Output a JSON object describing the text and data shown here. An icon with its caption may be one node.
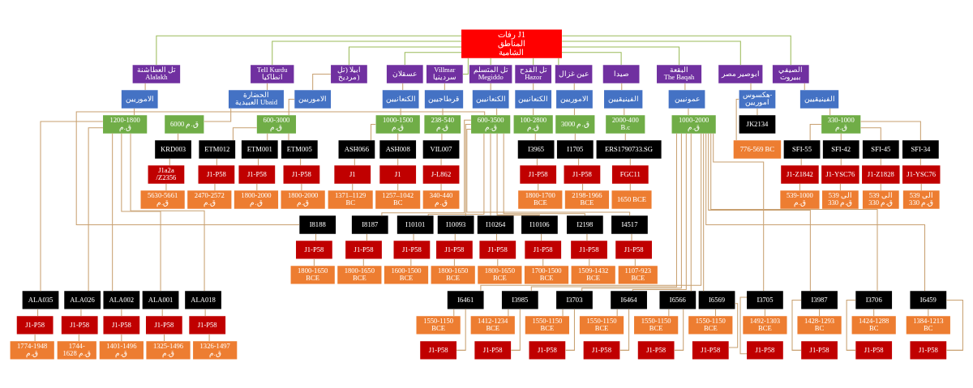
{
  "diagram": {
    "nodes": [
      {
        "text": [
          "رفات J1",
          "المناطق الشامية"
        ]
      },
      {
        "text": [
          "تل العطاشنة Alalakh"
        ]
      },
      {
        "text": [
          "الاموريين"
        ]
      },
      {
        "text": [
          "1200-1800 ق.م"
        ]
      },
      {
        "text": [
          "ALA035"
        ]
      },
      {
        "text": [
          "J1-P58"
        ]
      },
      {
        "text": [
          "1774-1948 ق.م"
        ]
      },
      {
        "text": [
          "ALA026"
        ]
      },
      {
        "text": [
          "J1-P58"
        ]
      },
      {
        "text": [
          "1744- 1628 ق.م"
        ]
      },
      {
        "text": [
          "ALA002"
        ]
      },
      {
        "text": [
          "J1-P58"
        ]
      },
      {
        "text": [
          "1401-1496 ق.م"
        ]
      },
      {
        "text": [
          "ALA001"
        ]
      },
      {
        "text": [
          "J1-P58"
        ]
      },
      {
        "text": [
          "1325-1496 ق.م"
        ]
      },
      {
        "text": [
          "ALA018"
        ]
      },
      {
        "text": [
          "J1-P58"
        ]
      },
      {
        "text": [
          "1326-1497 ق.م"
        ]
      },
      {
        "text": [
          "Tell Kurdu انطاكيا"
        ]
      },
      {
        "text": [
          "الحضارة العبيدية Ubaid"
        ]
      },
      {
        "text": [
          "6000 ق.م"
        ]
      },
      {
        "text": [
          "KRD003"
        ]
      },
      {
        "text": [
          "J1a2a /Z2356"
        ]
      },
      {
        "text": [
          "5630-5661 ق.م"
        ]
      },
      {
        "text": [
          "ابيلا (تل مرديخ)"
        ]
      },
      {
        "text": [
          "الاموريين"
        ]
      },
      {
        "text": [
          "600-3000 ق.م"
        ]
      },
      {
        "text": [
          "ETM012"
        ]
      },
      {
        "text": [
          "J1-P58"
        ]
      },
      {
        "text": [
          "2470-2572 ق.م"
        ]
      },
      {
        "text": [
          "ETM001"
        ]
      },
      {
        "text": [
          "J1-P58"
        ]
      },
      {
        "text": [
          "1800-2000 ق.م"
        ]
      },
      {
        "text": [
          "ETM005"
        ]
      },
      {
        "text": [
          "J1-P58"
        ]
      },
      {
        "text": [
          "1800-2000 ق.م"
        ]
      },
      {
        "text": [
          "عسقلان"
        ]
      },
      {
        "text": [
          "الكنعانيين"
        ]
      },
      {
        "text": [
          "1000-1500 ق.م"
        ]
      },
      {
        "text": [
          "ASH066"
        ]
      },
      {
        "text": [
          "J1"
        ]
      },
      {
        "text": [
          "1371–1129 BC"
        ]
      },
      {
        "text": [
          "ASH008"
        ]
      },
      {
        "text": [
          "J1"
        ]
      },
      {
        "text": [
          "1257–1042 BC"
        ]
      },
      {
        "text": [
          "Villmar سردينيا"
        ]
      },
      {
        "text": [
          "قرطاجيين"
        ]
      },
      {
        "text": [
          "238-540 ق.م"
        ]
      },
      {
        "text": [
          "VIL007"
        ]
      },
      {
        "text": [
          "J-L862"
        ]
      },
      {
        "text": [
          "340-440 ق.م"
        ]
      },
      {
        "text": [
          "تل المتسلم Megiddo"
        ]
      },
      {
        "text": [
          "الكنعانيين"
        ]
      },
      {
        "text": [
          "600-3500 ق.م"
        ]
      },
      {
        "text": [
          "I8188"
        ]
      },
      {
        "text": [
          "J1-P58"
        ]
      },
      {
        "text": [
          "1800-1650 BCE"
        ]
      },
      {
        "text": [
          "I8187"
        ]
      },
      {
        "text": [
          "J1-P58"
        ]
      },
      {
        "text": [
          "1800-1650 BCE"
        ]
      },
      {
        "text": [
          "I10101"
        ]
      },
      {
        "text": [
          "J1-P58"
        ]
      },
      {
        "text": [
          "1600-1500 BCE"
        ]
      },
      {
        "text": [
          "I10093"
        ]
      },
      {
        "text": [
          "J1-P58"
        ]
      },
      {
        "text": [
          "1800-1650 BCE"
        ]
      },
      {
        "text": [
          "I10264"
        ]
      },
      {
        "text": [
          "J1-P58"
        ]
      },
      {
        "text": [
          "1800-1650 BCE"
        ]
      },
      {
        "text": [
          "I10106"
        ]
      },
      {
        "text": [
          "J1-P58"
        ]
      },
      {
        "text": [
          "1700-1500 BCE"
        ]
      },
      {
        "text": [
          "I2198"
        ]
      },
      {
        "text": [
          "J1-P58"
        ]
      },
      {
        "text": [
          "1509-1432 BCE"
        ]
      },
      {
        "text": [
          "I4517"
        ]
      },
      {
        "text": [
          "J1-P58"
        ]
      },
      {
        "text": [
          "1107-923 BCE"
        ]
      },
      {
        "text": [
          "تل القدح Hazor"
        ]
      },
      {
        "text": [
          "الكنعانيين"
        ]
      },
      {
        "text": [
          "100-2800 ق.م"
        ]
      },
      {
        "text": [
          "I3965"
        ]
      },
      {
        "text": [
          "J1-P58"
        ]
      },
      {
        "text": [
          "1800-1700 BCE"
        ]
      },
      {
        "text": [
          "عين غزال"
        ]
      },
      {
        "text": [
          "الاموريين"
        ]
      },
      {
        "text": [
          "3000 ق.م"
        ]
      },
      {
        "text": [
          "I1705"
        ]
      },
      {
        "text": [
          "J1-P58"
        ]
      },
      {
        "text": [
          "2198-1966 BCE"
        ]
      },
      {
        "text": [
          "صيدا"
        ]
      },
      {
        "text": [
          "الفينيقيين"
        ]
      },
      {
        "text": [
          "2000-400 B.c"
        ]
      },
      {
        "text": [
          "ERS1790733.SG"
        ]
      },
      {
        "text": [
          "FGC11"
        ]
      },
      {
        "text": [
          "1650 BCE"
        ]
      },
      {
        "text": [
          "البقعة The Baqah"
        ]
      },
      {
        "text": [
          "عمونيين"
        ]
      },
      {
        "text": [
          "1000-2000 ق.م"
        ]
      },
      {
        "text": [
          "I6461"
        ]
      },
      {
        "text": [
          "1550-1150 BCE"
        ]
      },
      {
        "text": [
          "J1-P58"
        ]
      },
      {
        "text": [
          "I3985"
        ]
      },
      {
        "text": [
          "1412-1234 BCE"
        ]
      },
      {
        "text": [
          "J1-P58"
        ]
      },
      {
        "text": [
          "I3703"
        ]
      },
      {
        "text": [
          "1550-1150 BCE"
        ]
      },
      {
        "text": [
          "J1-P58"
        ]
      },
      {
        "text": [
          "I6464"
        ]
      },
      {
        "text": [
          "1550-1150 BCE"
        ]
      },
      {
        "text": [
          "J1-P58"
        ]
      },
      {
        "text": [
          "I6566"
        ]
      },
      {
        "text": [
          "1550-1150 BCE"
        ]
      },
      {
        "text": [
          "J1-P58"
        ]
      },
      {
        "text": [
          "I6569"
        ]
      },
      {
        "text": [
          "1550-1150 BCE"
        ]
      },
      {
        "text": [
          "J1-P58"
        ]
      },
      {
        "text": [
          "I3705"
        ]
      },
      {
        "text": [
          "1492-1303 BCE"
        ]
      },
      {
        "text": [
          "J1-P58"
        ]
      },
      {
        "text": [
          "I3987"
        ]
      },
      {
        "text": [
          "1428-1293 BC"
        ]
      },
      {
        "text": [
          "J1-P58"
        ]
      },
      {
        "text": [
          "I3706"
        ]
      },
      {
        "text": [
          "1424-1288 BC"
        ]
      },
      {
        "text": [
          "J1-P58"
        ]
      },
      {
        "text": [
          "I6459"
        ]
      },
      {
        "text": [
          "1384-1213 BC"
        ]
      },
      {
        "text": [
          "J1-P58"
        ]
      },
      {
        "text": [
          "ابوصير مصر"
        ]
      },
      {
        "text": [
          "هكسوس- اموريين"
        ]
      },
      {
        "text": [
          "JK2134"
        ]
      },
      {
        "text": [
          "776-569 BC"
        ]
      },
      {
        "text": [
          "الصيفي ببيروت"
        ]
      },
      {
        "text": [
          "الفينيقيين"
        ]
      },
      {
        "text": [
          "330-1000 ق.م"
        ]
      },
      {
        "text": [
          "SFI-55"
        ]
      },
      {
        "text": [
          "J1-Z1842"
        ]
      },
      {
        "text": [
          "539-1000 ق.م"
        ]
      },
      {
        "text": [
          "SFI-42"
        ]
      },
      {
        "text": [
          "J1-YSC76"
        ]
      },
      {
        "text": [
          "539 الى 330 ق.م"
        ]
      },
      {
        "text": [
          "SFI-45"
        ]
      },
      {
        "text": [
          "J1-Z1828"
        ]
      },
      {
        "text": [
          "539 الى 330 ق.م"
        ]
      },
      {
        "text": [
          "SFI-34"
        ]
      },
      {
        "text": [
          "J1-YSC76"
        ]
      },
      {
        "text": [
          "539 الى 330 ق.م"
        ]
      }
    ],
    "edges": [
      {
        "from": 0,
        "to": 1,
        "arrow": "none",
        "color": "#9bbb59"
      },
      {
        "from": 0,
        "to": 19,
        "arrow": "none",
        "color": "#9bbb59"
      },
      {
        "from": 0,
        "to": 25,
        "arrow": "none",
        "color": "#9bbb59"
      },
      {
        "from": 0,
        "to": 37,
        "arrow": "none",
        "color": "#9bbb59"
      },
      {
        "from": 0,
        "to": 46,
        "arrow": "none",
        "color": "#9bbb59"
      },
      {
        "from": 0,
        "to": 52,
        "arrow": "none",
        "color": "#9bbb59"
      },
      {
        "from": 0,
        "to": 79,
        "arrow": "none",
        "color": "#9bbb59"
      },
      {
        "from": 0,
        "to": 85,
        "arrow": "none",
        "color": "#9bbb59"
      },
      {
        "from": 0,
        "to": 91,
        "arrow": "none",
        "color": "#9bbb59"
      },
      {
        "from": 0,
        "to": 97,
        "arrow": "none",
        "color": "#9bbb59"
      },
      {
        "from": 0,
        "to": 130,
        "arrow": "none",
        "color": "#9bbb59"
      },
      {
        "from": 0,
        "to": 134,
        "arrow": "none",
        "color": "#9bbb59"
      },
      {
        "from": 1,
        "to": 2,
        "arrow": "none"
      },
      {
        "from": 2,
        "to": 3,
        "arrow": "none"
      },
      {
        "from": 3,
        "to": 4,
        "arrow": "none"
      },
      {
        "from": 4,
        "to": 5,
        "arrow": "none"
      },
      {
        "from": 5,
        "to": 6,
        "arrow": "none"
      },
      {
        "from": 3,
        "to": 7,
        "arrow": "none"
      },
      {
        "from": 7,
        "to": 8,
        "arrow": "none"
      },
      {
        "from": 8,
        "to": 9,
        "arrow": "none"
      },
      {
        "from": 3,
        "to": 10,
        "arrow": "none"
      },
      {
        "from": 10,
        "to": 11,
        "arrow": "none"
      },
      {
        "from": 11,
        "to": 12,
        "arrow": "none"
      },
      {
        "from": 3,
        "to": 13,
        "arrow": "none"
      },
      {
        "from": 13,
        "to": 14,
        "arrow": "none"
      },
      {
        "from": 14,
        "to": 15,
        "arrow": "none"
      },
      {
        "from": 3,
        "to": 16,
        "arrow": "none"
      },
      {
        "from": 16,
        "to": 17,
        "arrow": "none"
      },
      {
        "from": 17,
        "to": 18,
        "arrow": "none"
      },
      {
        "from": 19,
        "to": 20,
        "arrow": "none"
      },
      {
        "from": 20,
        "to": 21,
        "arrow": "none"
      },
      {
        "from": 21,
        "to": 22,
        "arrow": "none"
      },
      {
        "from": 22,
        "to": 23,
        "arrow": "none"
      },
      {
        "from": 23,
        "to": 24,
        "arrow": "none"
      },
      {
        "from": 25,
        "to": 26,
        "arrow": "none"
      },
      {
        "from": 26,
        "to": 27,
        "arrow": "none"
      },
      {
        "from": 27,
        "to": 28,
        "arrow": "none"
      },
      {
        "from": 28,
        "to": 29,
        "arrow": "none"
      },
      {
        "from": 29,
        "to": 30,
        "arrow": "none"
      },
      {
        "from": 27,
        "to": 31,
        "arrow": "none"
      },
      {
        "from": 31,
        "to": 32,
        "arrow": "none"
      },
      {
        "from": 32,
        "to": 33,
        "arrow": "none"
      },
      {
        "from": 27,
        "to": 34,
        "arrow": "none"
      },
      {
        "from": 34,
        "to": 35,
        "arrow": "none"
      },
      {
        "from": 35,
        "to": 36,
        "arrow": "none"
      },
      {
        "from": 37,
        "to": 38,
        "arrow": "none"
      },
      {
        "from": 38,
        "to": 39,
        "arrow": "none"
      },
      {
        "from": 39,
        "to": 40,
        "arrow": "none"
      },
      {
        "from": 40,
        "to": 41,
        "arrow": "none"
      },
      {
        "from": 41,
        "to": 42,
        "arrow": "none"
      },
      {
        "from": 39,
        "to": 43,
        "arrow": "none"
      },
      {
        "from": 43,
        "to": 44,
        "arrow": "none"
      },
      {
        "from": 44,
        "to": 45,
        "arrow": "none"
      },
      {
        "from": 46,
        "to": 47,
        "arrow": "none"
      },
      {
        "from": 47,
        "to": 48,
        "arrow": "none"
      },
      {
        "from": 48,
        "to": 49,
        "arrow": "none"
      },
      {
        "from": 49,
        "to": 50,
        "arrow": "none"
      },
      {
        "from": 50,
        "to": 51,
        "arrow": "none"
      },
      {
        "from": 52,
        "to": 53,
        "arrow": "none"
      },
      {
        "from": 53,
        "to": 54,
        "arrow": "none"
      },
      {
        "from": 54,
        "to": 55,
        "arrow": "none"
      },
      {
        "from": 55,
        "to": 56,
        "arrow": "none"
      },
      {
        "from": 56,
        "to": 57,
        "arrow": "none"
      },
      {
        "from": 54,
        "to": 58,
        "arrow": "none"
      },
      {
        "from": 58,
        "to": 59,
        "arrow": "none"
      },
      {
        "from": 59,
        "to": 60,
        "arrow": "none"
      },
      {
        "from": 54,
        "to": 61,
        "arrow": "none"
      },
      {
        "from": 61,
        "to": 62,
        "arrow": "none"
      },
      {
        "from": 62,
        "to": 63,
        "arrow": "none"
      },
      {
        "from": 54,
        "to": 64,
        "arrow": "none"
      },
      {
        "from": 64,
        "to": 65,
        "arrow": "none"
      },
      {
        "from": 65,
        "to": 66,
        "arrow": "none"
      },
      {
        "from": 54,
        "to": 67,
        "arrow": "none"
      },
      {
        "from": 67,
        "to": 68,
        "arrow": "none"
      },
      {
        "from": 68,
        "to": 69,
        "arrow": "none"
      },
      {
        "from": 54,
        "to": 70,
        "arrow": "none"
      },
      {
        "from": 70,
        "to": 71,
        "arrow": "none"
      },
      {
        "from": 71,
        "to": 72,
        "arrow": "none"
      },
      {
        "from": 54,
        "to": 73,
        "arrow": "none"
      },
      {
        "from": 73,
        "to": 74,
        "arrow": "none"
      },
      {
        "from": 74,
        "to": 75,
        "arrow": "none"
      },
      {
        "from": 54,
        "to": 76,
        "arrow": "none"
      },
      {
        "from": 76,
        "to": 77,
        "arrow": "none"
      },
      {
        "from": 77,
        "to": 78,
        "arrow": "none"
      },
      {
        "from": 79,
        "to": 80,
        "arrow": "none"
      },
      {
        "from": 80,
        "to": 81,
        "arrow": "none"
      },
      {
        "from": 81,
        "to": 82,
        "arrow": "none"
      },
      {
        "from": 82,
        "to": 83,
        "arrow": "none"
      },
      {
        "from": 83,
        "to": 84,
        "arrow": "none"
      },
      {
        "from": 85,
        "to": 86,
        "arrow": "none"
      },
      {
        "from": 86,
        "to": 87,
        "arrow": "none"
      },
      {
        "from": 87,
        "to": 88,
        "arrow": "none"
      },
      {
        "from": 88,
        "to": 89,
        "arrow": "none"
      },
      {
        "from": 89,
        "to": 90,
        "arrow": "none"
      },
      {
        "from": 91,
        "to": 92,
        "arrow": "none"
      },
      {
        "from": 92,
        "to": 93,
        "arrow": "none"
      },
      {
        "from": 93,
        "to": 94,
        "arrow": "none"
      },
      {
        "from": 94,
        "to": 95,
        "arrow": "none"
      },
      {
        "from": 95,
        "to": 96,
        "arrow": "none"
      },
      {
        "from": 97,
        "to": 98,
        "arrow": "none"
      },
      {
        "from": 98,
        "to": 99,
        "arrow": "none"
      },
      {
        "from": 99,
        "to": 100,
        "arrow": "none"
      },
      {
        "from": 100,
        "to": 101,
        "arrow": "none"
      },
      {
        "from": 100,
        "to": 102,
        "arrow": "none"
      },
      {
        "from": 99,
        "to": 103,
        "arrow": "none"
      },
      {
        "from": 103,
        "to": 104,
        "arrow": "none"
      },
      {
        "from": 103,
        "to": 105,
        "arrow": "none"
      },
      {
        "from": 99,
        "to": 106,
        "arrow": "none"
      },
      {
        "from": 106,
        "to": 107,
        "arrow": "none"
      },
      {
        "from": 106,
        "to": 108,
        "arrow": "none"
      },
      {
        "from": 99,
        "to": 109,
        "arrow": "none"
      },
      {
        "from": 109,
        "to": 110,
        "arrow": "none"
      },
      {
        "from": 109,
        "to": 111,
        "arrow": "none"
      },
      {
        "from": 99,
        "to": 112,
        "arrow": "none"
      },
      {
        "from": 112,
        "to": 113,
        "arrow": "none"
      },
      {
        "from": 112,
        "to": 114,
        "arrow": "none"
      },
      {
        "from": 99,
        "to": 115,
        "arrow": "none"
      },
      {
        "from": 115,
        "to": 116,
        "arrow": "none"
      },
      {
        "from": 115,
        "to": 117,
        "arrow": "none"
      },
      {
        "from": 99,
        "to": 118,
        "arrow": "none"
      },
      {
        "from": 118,
        "to": 119,
        "arrow": "none"
      },
      {
        "from": 118,
        "to": 120,
        "arrow": "none"
      },
      {
        "from": 99,
        "to": 121,
        "arrow": "none"
      },
      {
        "from": 121,
        "to": 122,
        "arrow": "none"
      },
      {
        "from": 121,
        "to": 123,
        "arrow": "none"
      },
      {
        "from": 99,
        "to": 124,
        "arrow": "none"
      },
      {
        "from": 124,
        "to": 125,
        "arrow": "none"
      },
      {
        "from": 124,
        "to": 126,
        "arrow": "none"
      },
      {
        "from": 99,
        "to": 127,
        "arrow": "none"
      },
      {
        "from": 127,
        "to": 128,
        "arrow": "none"
      },
      {
        "from": 127,
        "to": 129,
        "arrow": "none"
      },
      {
        "from": 130,
        "to": 131,
        "arrow": "none"
      },
      {
        "from": 131,
        "to": 132,
        "arrow": "none"
      },
      {
        "from": 131,
        "to": 133,
        "arrow": "none"
      },
      {
        "from": 134,
        "to": 135,
        "arrow": "none"
      },
      {
        "from": 135,
        "to": 136,
        "arrow": "none"
      },
      {
        "from": 136,
        "to": 137,
        "arrow": "none"
      },
      {
        "from": 137,
        "to": 138,
        "arrow": "none"
      },
      {
        "from": 138,
        "to": 139,
        "arrow": "none"
      },
      {
        "from": 136,
        "to": 140,
        "arrow": "none"
      },
      {
        "from": 140,
        "to": 141,
        "arrow": "none"
      },
      {
        "from": 141,
        "to": 142,
        "arrow": "none"
      },
      {
        "from": 136,
        "to": 143,
        "arrow": "none"
      },
      {
        "from": 143,
        "to": 144,
        "arrow": "none"
      },
      {
        "from": 144,
        "to": 145,
        "arrow": "none"
      },
      {
        "from": 136,
        "to": 146,
        "arrow": "none"
      },
      {
        "from": 146,
        "to": 147,
        "arrow": "none"
      },
      {
        "from": 147,
        "to": 148,
        "arrow": "none"
      }
    ]
  }
}
